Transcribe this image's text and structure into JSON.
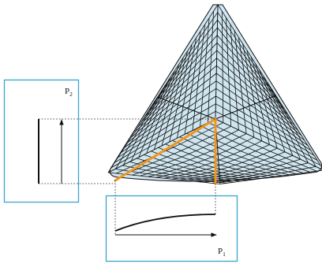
{
  "figure": {
    "panel_p2": {
      "label_main": "P",
      "label_sub": "2"
    },
    "panel_p1": {
      "label_main": "P",
      "label_sub": "1"
    }
  },
  "colors": {
    "mesh_fill": "#cfe5ef",
    "mesh_line": "#111111",
    "highlight": "#f0961e",
    "panel_border": "#3aa4cc"
  },
  "mesh": {
    "shape": "triangle",
    "sub_regions": 3,
    "divisions_u": 14,
    "divisions_v": 15
  },
  "icons": {
    "p2_arrow": "arrow-up-icon",
    "p1_arrow": "arrow-right-icon"
  }
}
